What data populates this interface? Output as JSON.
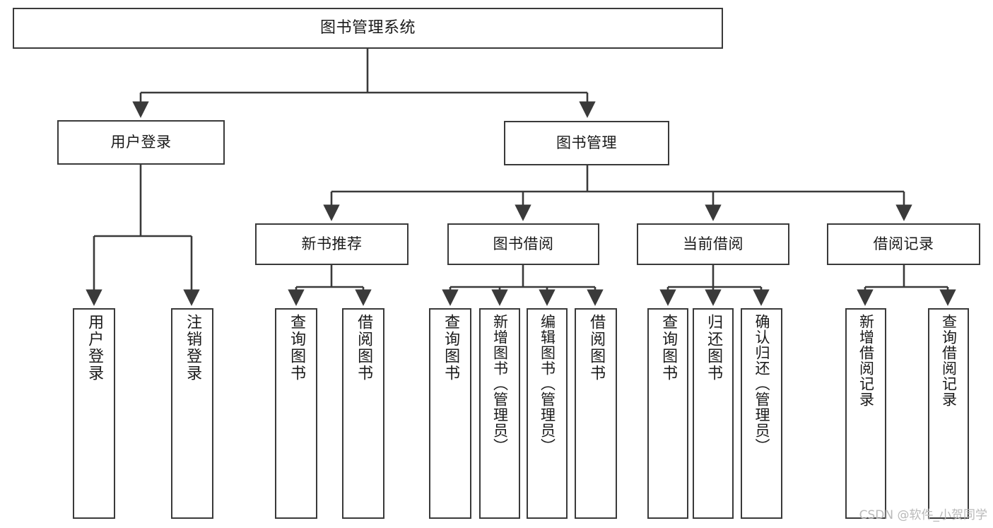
{
  "diagram": {
    "type": "hierarchy-tree",
    "title": "图书管理系统",
    "orientation": "top-down",
    "colors": {
      "box_border": "#3a3a3a",
      "box_fill": "#ffffff",
      "edge": "#3a3a3a",
      "text": "#1a1a1a",
      "watermark": "#b9b9b9",
      "background": "#ffffff"
    },
    "root": {
      "id": "root",
      "label": "图书管理系统"
    },
    "level1": [
      {
        "id": "user-login",
        "label": "用户登录"
      },
      {
        "id": "book-management",
        "label": "图书管理"
      }
    ],
    "level2": [
      {
        "id": "new-book-recommend",
        "label": "新书推荐",
        "parent": "book-management"
      },
      {
        "id": "book-borrow",
        "label": "图书借阅",
        "parent": "book-management"
      },
      {
        "id": "current-borrow",
        "label": "当前借阅",
        "parent": "book-management"
      },
      {
        "id": "borrow-record",
        "label": "借阅记录",
        "parent": "book-management"
      }
    ],
    "leaves": [
      {
        "id": "leaf-user-login",
        "label": "用户登录",
        "parent": "user-login"
      },
      {
        "id": "leaf-user-logout",
        "label": "注销登录",
        "parent": "user-login"
      },
      {
        "id": "leaf-query-book-1",
        "label": "查询图书",
        "parent": "new-book-recommend"
      },
      {
        "id": "leaf-borrow-book-1",
        "label": "借阅图书",
        "parent": "new-book-recommend"
      },
      {
        "id": "leaf-query-book-2",
        "label": "查询图书",
        "parent": "book-borrow"
      },
      {
        "id": "leaf-add-book",
        "label": "新增图书（管理员）",
        "parent": "book-borrow"
      },
      {
        "id": "leaf-edit-book",
        "label": "编辑图书（管理员）",
        "parent": "book-borrow"
      },
      {
        "id": "leaf-borrow-book-2",
        "label": "借阅图书",
        "parent": "book-borrow"
      },
      {
        "id": "leaf-query-book-3",
        "label": "查询图书",
        "parent": "current-borrow"
      },
      {
        "id": "leaf-return-book",
        "label": "归还图书",
        "parent": "current-borrow"
      },
      {
        "id": "leaf-confirm-return",
        "label": "确认归还（管理员）",
        "parent": "current-borrow"
      },
      {
        "id": "leaf-add-record",
        "label": "新增借阅记录",
        "parent": "borrow-record"
      },
      {
        "id": "leaf-query-record",
        "label": "查询借阅记录",
        "parent": "borrow-record"
      }
    ],
    "watermark": "CSDN @软件_小贺同学"
  }
}
